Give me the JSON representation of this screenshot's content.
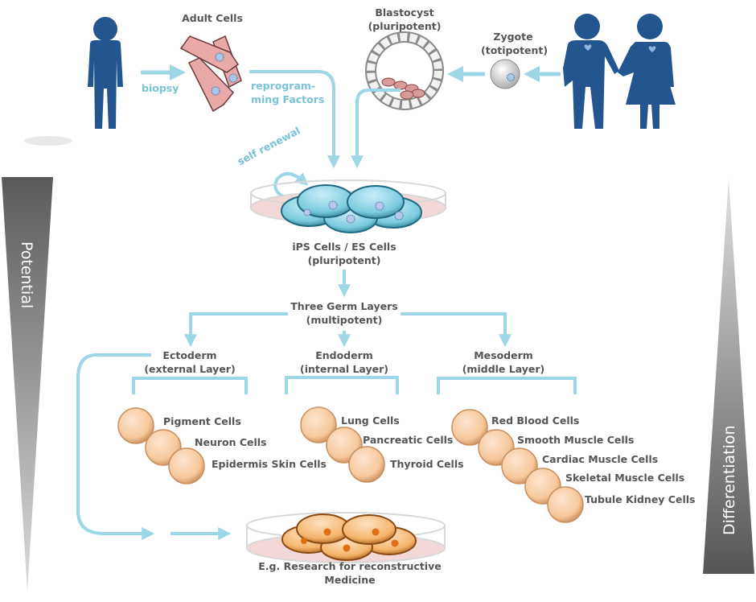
{
  "title": "Stem cell potential and differentiation",
  "colors": {
    "figure_blue": "#23568f",
    "arrow_blue": "#9dd6e6",
    "label_blue": "#79c3d8",
    "text_gray": "#555555",
    "adult_cell_pink": "#e9a9a9",
    "ips_cell_blue": "#7ccbe0",
    "diff_cell_peach": "#f8cfa4",
    "research_cell_orange": "#f5b46c",
    "dish_medium": "#f3d8d8"
  },
  "top": {
    "adult_cells_label": "Adult Cells",
    "biopsy_label": "biopsy",
    "reprogramming_label_line1": "reprogram-",
    "reprogramming_label_line2": "ming Factors",
    "blastocyst_label_line1": "Blastocyst",
    "blastocyst_label_line2": "(pluripotent)",
    "zygote_label_line1": "Zygote",
    "zygote_label_line2": "(totipotent)"
  },
  "center": {
    "self_renewal_label": "self renewal",
    "ips_label_line1": "iPS Cells / ES Cells",
    "ips_label_line2": "(pluripotent)",
    "germ_label_line1": "Three Germ Layers",
    "germ_label_line2": "(multipotent)"
  },
  "layers": [
    {
      "name": "Ectoderm",
      "subtitle": "(external Layer)",
      "cells": [
        "Pigment Cells",
        "Neuron Cells",
        "Epidermis Skin Cells"
      ]
    },
    {
      "name": "Endoderm",
      "subtitle": "(internal Layer)",
      "cells": [
        "Lung Cells",
        "Pancreatic Cells",
        "Thyroid Cells"
      ]
    },
    {
      "name": "Mesoderm",
      "subtitle": "(middle Layer)",
      "cells": [
        "Red Blood Cells",
        "Smooth Muscle Cells",
        "Cardiac Muscle Cells",
        "Skeletal Muscle Cells",
        "Tubule Kidney Cells"
      ]
    }
  ],
  "bottom": {
    "research_label_line1": "E.g. Research for reconstructive",
    "research_label_line2": "Medicine"
  },
  "side": {
    "potential_label": "Potential",
    "differentiation_label": "Differentiation"
  }
}
